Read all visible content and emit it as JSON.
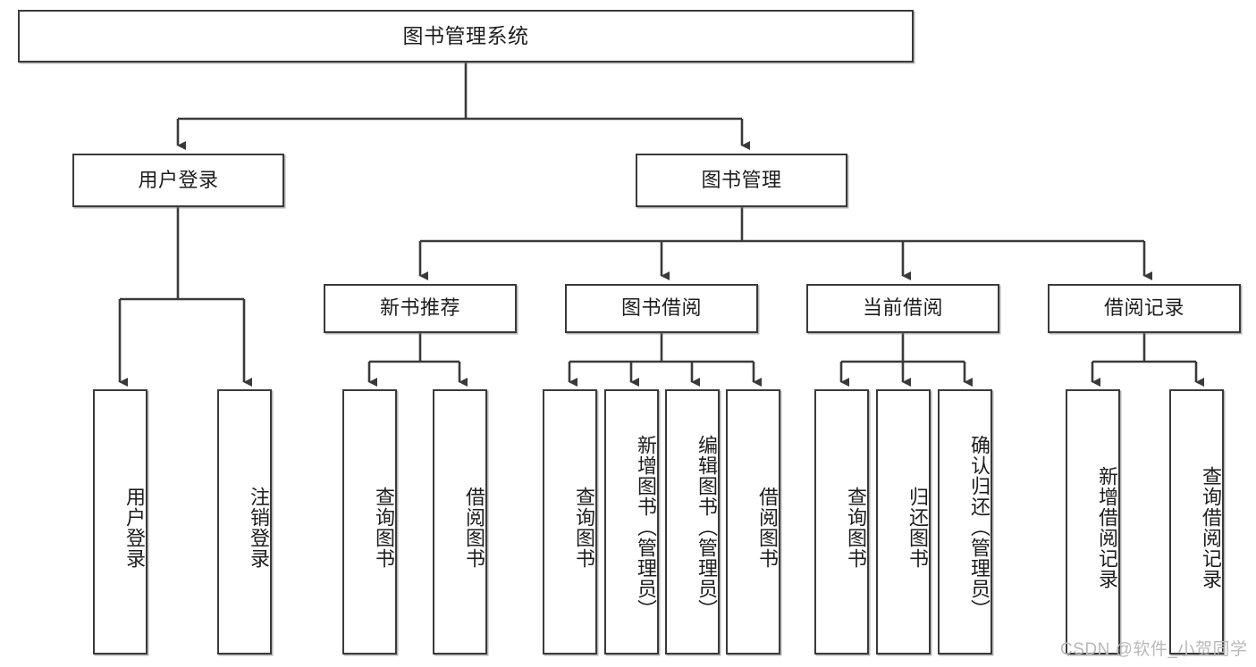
{
  "diagram": {
    "title": "图书管理系统",
    "type": "hierarchy-tree",
    "watermark": "CSDN @软件_小贺同学",
    "colors": {
      "box_border": "#3a3a3a",
      "box_fill": "#ffffff",
      "connector": "#3a3a3a",
      "text": "#1d1d1d",
      "watermark": "#b9b9b9"
    },
    "root": {
      "label": "图书管理系统"
    },
    "level2": [
      {
        "label": "用户登录"
      },
      {
        "label": "图书管理"
      }
    ],
    "level3": [
      {
        "label": "新书推荐"
      },
      {
        "label": "图书借阅"
      },
      {
        "label": "当前借阅"
      },
      {
        "label": "借阅记录"
      }
    ],
    "leaves": {
      "user_login": [
        {
          "label": "用户登录"
        },
        {
          "label": "注销登录"
        }
      ],
      "new_book_recommend": [
        {
          "label": "查询图书"
        },
        {
          "label": "借阅图书"
        }
      ],
      "book_borrow": [
        {
          "label": "查询图书"
        },
        {
          "label": "新增图书（管理员）"
        },
        {
          "label": "编辑图书（管理员）"
        },
        {
          "label": "借阅图书"
        }
      ],
      "current_borrow": [
        {
          "label": "查询图书"
        },
        {
          "label": "归还图书"
        },
        {
          "label": "确认归还（管理员）"
        }
      ],
      "borrow_record": [
        {
          "label": "新增借阅记录"
        },
        {
          "label": "查询借阅记录"
        }
      ]
    }
  }
}
